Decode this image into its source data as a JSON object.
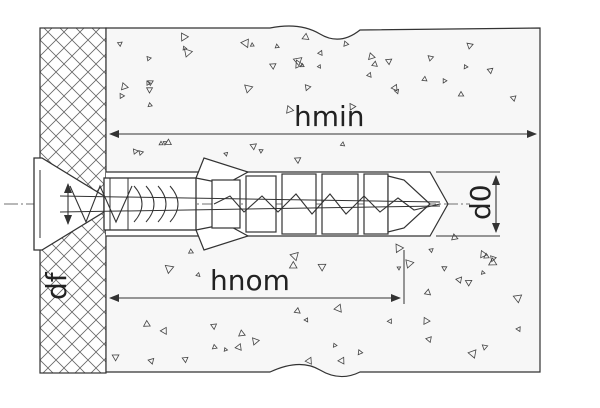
{
  "labels": {
    "h_min": "hmin",
    "h_nom": "hnom",
    "d_0": "d0",
    "d_f": "df"
  },
  "colors": {
    "line": "#333333",
    "hatch": "#555555",
    "concrete": "#f7f7f7",
    "wall_panel": "#fbfbfb"
  }
}
